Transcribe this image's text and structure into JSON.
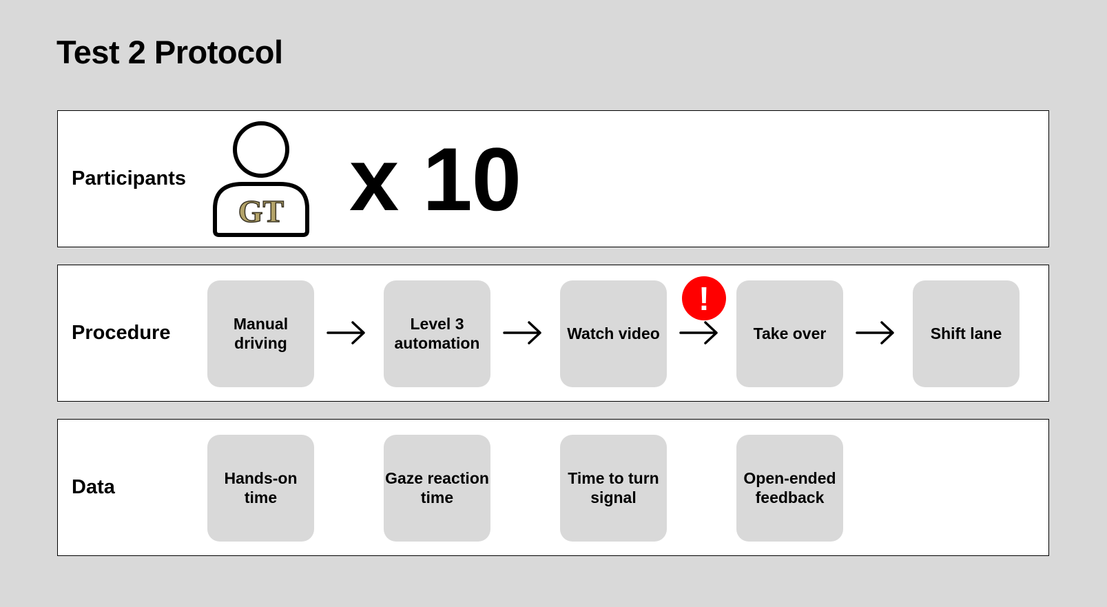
{
  "title": "Test 2 Protocol",
  "participants": {
    "label": "Participants",
    "logo_text": "GT",
    "multiplier": "x 10"
  },
  "procedure": {
    "label": "Procedure",
    "steps": [
      "Manual driving",
      "Level 3 automation",
      "Watch video",
      "Take over",
      "Shift lane"
    ],
    "alert_symbol": "!"
  },
  "data": {
    "label": "Data",
    "items": [
      "Hands-on time",
      "Gaze reaction time",
      "Time to turn signal",
      "Open-ended feedback"
    ]
  },
  "colors": {
    "background": "#d9d9d9",
    "box": "#d9d9d9",
    "alert": "#ff0000",
    "logo_gold": "#b3a369"
  },
  "icons": [
    "person-icon",
    "gt-logo",
    "arrow-right-icon",
    "exclamation-alert-icon"
  ]
}
